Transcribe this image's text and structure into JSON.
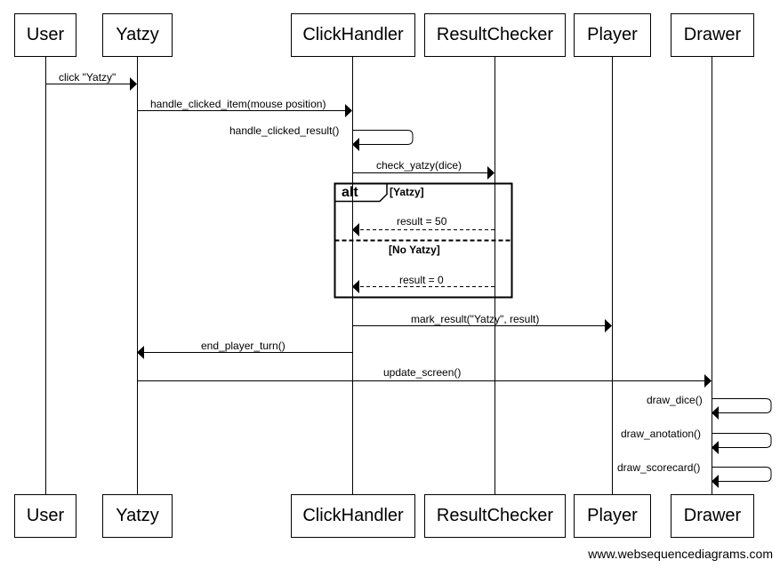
{
  "participants": [
    "User",
    "Yatzy",
    "ClickHandler",
    "ResultChecker",
    "Player",
    "Drawer"
  ],
  "messages": {
    "m1": "click \"Yatzy\"",
    "m2": "handle_clicked_item(mouse position)",
    "m3": "handle_clicked_result()",
    "m4": "check_yatzy(dice)",
    "m5": "result = 50",
    "m6": "result = 0",
    "m7": "mark_result(\"Yatzy\", result)",
    "m8": "end_player_turn()",
    "m9": "update_screen()",
    "m10": "draw_dice()",
    "m11": "draw_anotation()",
    "m12": "draw_scorecard()"
  },
  "alt": {
    "label": "alt",
    "guard1": "[Yatzy]",
    "guard2": "[No Yatzy]"
  },
  "watermark": "www.websequencediagrams.com"
}
